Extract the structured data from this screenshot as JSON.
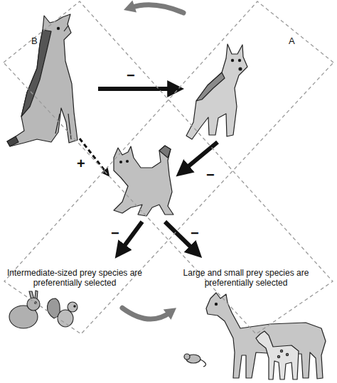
{
  "diagram": {
    "nodes": [
      {
        "text": [
          "B"
        ]
      },
      {
        "text": [
          "A"
        ]
      },
      {
        "text": [
          "Intermediate-sized prey species are preferentially selected"
        ],
        "in": 1
      },
      {
        "text": [
          "Large and small prey species are preferentially selected"
        ],
        "in": 0
      }
    ],
    "edges": [
      {
        "from": 1,
        "to": 0,
        "arrow": "to"
      },
      {
        "from": 2,
        "to": 3,
        "arrow": "to"
      }
    ],
    "labels": [
      "−",
      "+",
      "−",
      "−",
      "−"
    ]
  }
}
